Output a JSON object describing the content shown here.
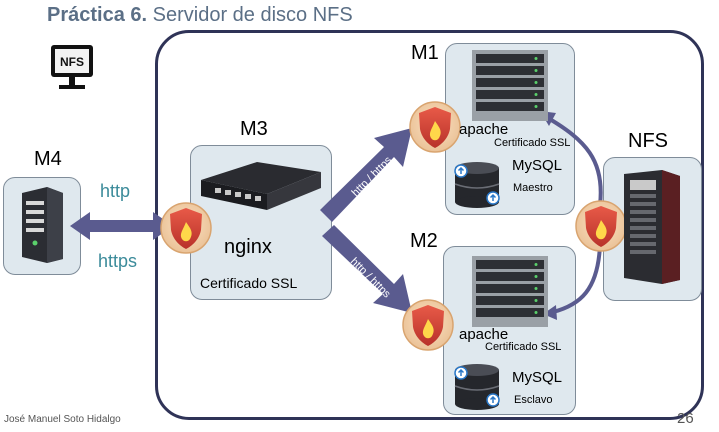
{
  "title": {
    "bold": "Práctica 6.",
    "rest": " Servidor de disco NFS"
  },
  "nodes": {
    "m1": {
      "name": "M1",
      "server": "apache",
      "cert": "Certificado SSL",
      "db": "MySQL",
      "db_role": "Maestro"
    },
    "m2": {
      "name": "M2",
      "server": "apache",
      "cert": "Certificado SSL",
      "db": "MySQL",
      "db_role": "Esclavo"
    },
    "m3": {
      "name": "M3",
      "server": "nginx",
      "cert": "Certificado SSL"
    },
    "m4": {
      "name": "M4"
    },
    "nfs": {
      "name": "NFS",
      "icon_label": "NFS"
    }
  },
  "links": {
    "http": "http",
    "https": "https",
    "diag": "http / https"
  },
  "footer": {
    "author": "José Manuel Soto Hidalgo",
    "page": "26"
  },
  "colors": {
    "arrow": "#5a5b8f",
    "panel": "#dfe8ee",
    "frame": "#2f3357",
    "shield": "#d8453a",
    "title": "#5b6f86"
  }
}
